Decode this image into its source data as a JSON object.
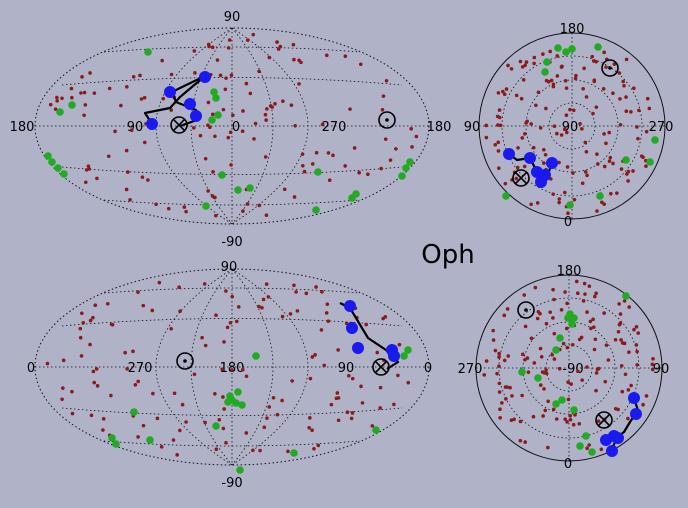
{
  "title": "Oph",
  "panels": {
    "top_left": {
      "lat_top": "90",
      "lat_bottom": "-90",
      "lon_left": "180",
      "lon_right": "180",
      "lon_ticks": [
        "90",
        "0",
        "270"
      ]
    },
    "top_right": {
      "top": "180",
      "bottom": "0",
      "left": "90",
      "right": "270",
      "center": "90"
    },
    "bottom_left": {
      "lat_top": "90",
      "lat_bottom": "-90",
      "lon_left": "0",
      "lon_right": "0",
      "lon_ticks": [
        "270",
        "180",
        "90"
      ]
    },
    "bottom_right": {
      "top": "180",
      "bottom": "0",
      "left": "270",
      "right": "90",
      "center": "-90"
    }
  },
  "colors": {
    "background": "#b0b2c8",
    "red_points": "#8b1a1a",
    "green_points": "#22aa22",
    "blue_points": "#1a1aee",
    "grid": "#111111"
  },
  "symbols": [
    "sun-icon",
    "antisolar-cross-icon"
  ]
}
